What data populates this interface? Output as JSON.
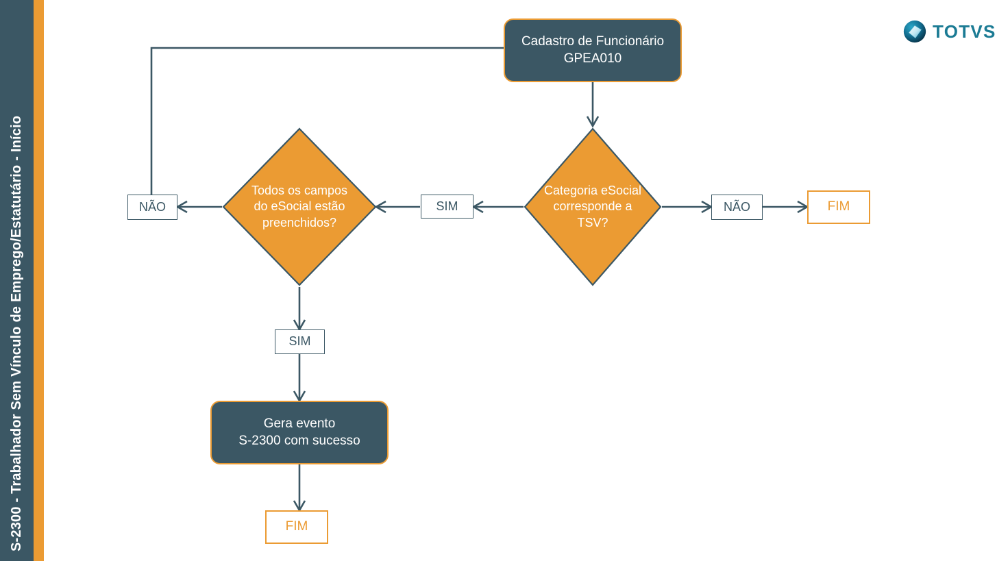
{
  "page": {
    "background_color": "#ffffff",
    "accent_orange": "#eb9b33",
    "accent_slate": "#3b5764",
    "logo_teal": "#1b7b94"
  },
  "sidebar": {
    "title": "S-2300 - Trabalhador Sem Vínculo de Emprego/Estatutário - Início",
    "band_color": "#3b5764",
    "accent_color": "#eb9b33",
    "text_color": "#ffffff"
  },
  "brand": {
    "name": "TOTVS",
    "mark": "totvs-logo-icon",
    "text_color": "#1b7b94"
  },
  "chart_data": {
    "type": "diagram",
    "title": "S-2300 - Trabalhador Sem Vínculo de Emprego/Estatutário - Início",
    "nodes": [
      {
        "id": "start",
        "shape": "rounded-process",
        "text": "Cadastro de Funcionário\nGPEA010",
        "fill": "#3b5764",
        "stroke": "#eb9b33",
        "text_color": "#ffffff"
      },
      {
        "id": "dec-cat",
        "shape": "diamond",
        "text": "Categoria eSocial corresponde a TSV?",
        "fill": "#eb9b33",
        "stroke": "#3b5764",
        "text_color": "#ffffff"
      },
      {
        "id": "lbl-sim-1",
        "shape": "label",
        "text": "SIM",
        "fill": "#ffffff",
        "stroke": "#3b5764",
        "text_color": "#3b5764"
      },
      {
        "id": "lbl-nao-1",
        "shape": "label",
        "text": "NÃO",
        "fill": "#ffffff",
        "stroke": "#3b5764",
        "text_color": "#3b5764"
      },
      {
        "id": "fim-right",
        "shape": "terminator",
        "text": "FIM",
        "fill": "#ffffff",
        "stroke": "#eb9b33",
        "text_color": "#eb9b33"
      },
      {
        "id": "dec-campos",
        "shape": "diamond",
        "text": "Todos os campos do eSocial estão preenchidos?",
        "fill": "#eb9b33",
        "stroke": "#3b5764",
        "text_color": "#ffffff"
      },
      {
        "id": "lbl-nao-2",
        "shape": "label",
        "text": "NÃO",
        "fill": "#ffffff",
        "stroke": "#3b5764",
        "text_color": "#3b5764"
      },
      {
        "id": "lbl-sim-2",
        "shape": "label",
        "text": "SIM",
        "fill": "#ffffff",
        "stroke": "#3b5764",
        "text_color": "#3b5764"
      },
      {
        "id": "gera",
        "shape": "rounded-process",
        "text": "Gera evento\nS-2300 com sucesso",
        "fill": "#3b5764",
        "stroke": "#eb9b33",
        "text_color": "#ffffff"
      },
      {
        "id": "fim-bottom",
        "shape": "terminator",
        "text": "FIM",
        "fill": "#ffffff",
        "stroke": "#eb9b33",
        "text_color": "#eb9b33"
      }
    ],
    "edges": [
      {
        "from": "start",
        "to": "dec-cat",
        "label": "",
        "arrow": true
      },
      {
        "from": "dec-cat",
        "to": "lbl-nao-1",
        "label": "NÃO",
        "arrow": true
      },
      {
        "from": "lbl-nao-1",
        "to": "fim-right",
        "label": "",
        "arrow": true
      },
      {
        "from": "dec-cat",
        "to": "lbl-sim-1",
        "label": "SIM",
        "arrow": true
      },
      {
        "from": "lbl-sim-1",
        "to": "dec-campos",
        "label": "",
        "arrow": true
      },
      {
        "from": "dec-campos",
        "to": "lbl-nao-2",
        "label": "NÃO",
        "arrow": true
      },
      {
        "from": "lbl-nao-2",
        "to": "start",
        "label": "",
        "arrow": false
      },
      {
        "from": "dec-campos",
        "to": "lbl-sim-2",
        "label": "SIM",
        "arrow": true
      },
      {
        "from": "lbl-sim-2",
        "to": "gera",
        "label": "",
        "arrow": true
      },
      {
        "from": "gera",
        "to": "fim-bottom",
        "label": "",
        "arrow": true
      }
    ]
  },
  "nodes": {
    "start": {
      "line1": "Cadastro de Funcionário",
      "line2": "GPEA010"
    },
    "dec_categoria": {
      "line1": "Categoria eSocial",
      "line2": "corresponde a",
      "line3": "TSV?"
    },
    "dec_campos": {
      "line1": "Todos os campos",
      "line2": "do eSocial estão",
      "line3": "preenchidos?"
    },
    "gera_evento": {
      "line1": "Gera evento",
      "line2": "S-2300 com sucesso"
    },
    "label_sim_1": "SIM",
    "label_nao_1": "NÃO",
    "label_nao_2": "NÃO",
    "label_sim_2": "SIM",
    "fim_right": "FIM",
    "fim_bottom": "FIM"
  }
}
